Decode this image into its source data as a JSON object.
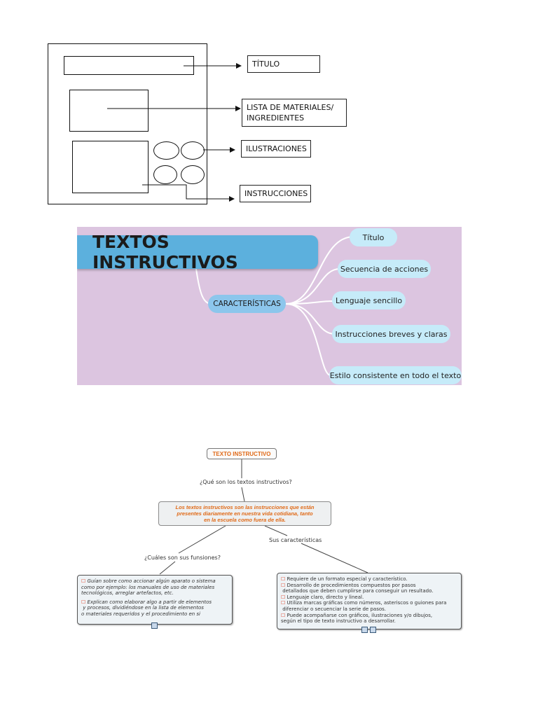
{
  "layout_diagram": {
    "labels": {
      "titulo": "TÍTULO",
      "materiales_line1": "LISTA DE MATERIALES/",
      "materiales_line2": "INGREDIENTES",
      "ilustraciones": "ILUSTRACIONES",
      "instrucciones": "INSTRUCCIONES"
    }
  },
  "mind_map": {
    "title": "TEXTOS INSTRUCTIVOS",
    "hub": "CARACTERÍSTICAS",
    "branches": [
      "Título",
      "Secuencia de acciones",
      "Lenguaje sencillo",
      "Instrucciones breves y claras",
      "Estilo consistente en todo el texto"
    ],
    "colors": {
      "background": "#dcc5e0",
      "title": "#5cb0dd",
      "hub": "#8cc6ec",
      "pill": "#c6ebf9",
      "connector": "#ffffff"
    }
  },
  "concept_map": {
    "title": "TEXTO INSTRUCTIVO",
    "question1": "¿Qué son los textos instructivos?",
    "definition_lines": [
      "Los textos instructivos son las instrucciones que están",
      "presentes diariamente en nuestra vida cotidiana, tanto",
      "en la escuela como fuera de ella."
    ],
    "question2": "¿Cuáles son sus funsiones?",
    "question3": "Sus características",
    "functions_lines": [
      "Guían sobre como accionar algún aparato o sistema",
      "como por ejemplo: los manuales de uso de materiales",
      "tecnológicos, arreglar artefactos, etc.",
      "Explican como elaborar algo a partir de elementos",
      " y procesos, dividiéndose en la lista de elementos",
      "o materiales requeridos y el procedimiento en si"
    ],
    "characteristics_lines": [
      "Requiere de un formato especial y característico.",
      "Desarrollo de procedimientos compuestos por pasos",
      " detallados que deben cumplirse para conseguir un resultado.",
      "Lenguaje claro, directo y lineal.",
      "Utiliza marcas gráficas como números, asteriscos o guiones para",
      " diferenciar o secuenciar la serie de pasos.",
      "Puede acompañarse con gráficos, ilustraciones y/o dibujos,",
      "según el tipo de texto instructivo a desarrollar."
    ],
    "bullet": "☐",
    "colors": {
      "accent": "#e06a18",
      "box": "#eef3f6"
    }
  }
}
